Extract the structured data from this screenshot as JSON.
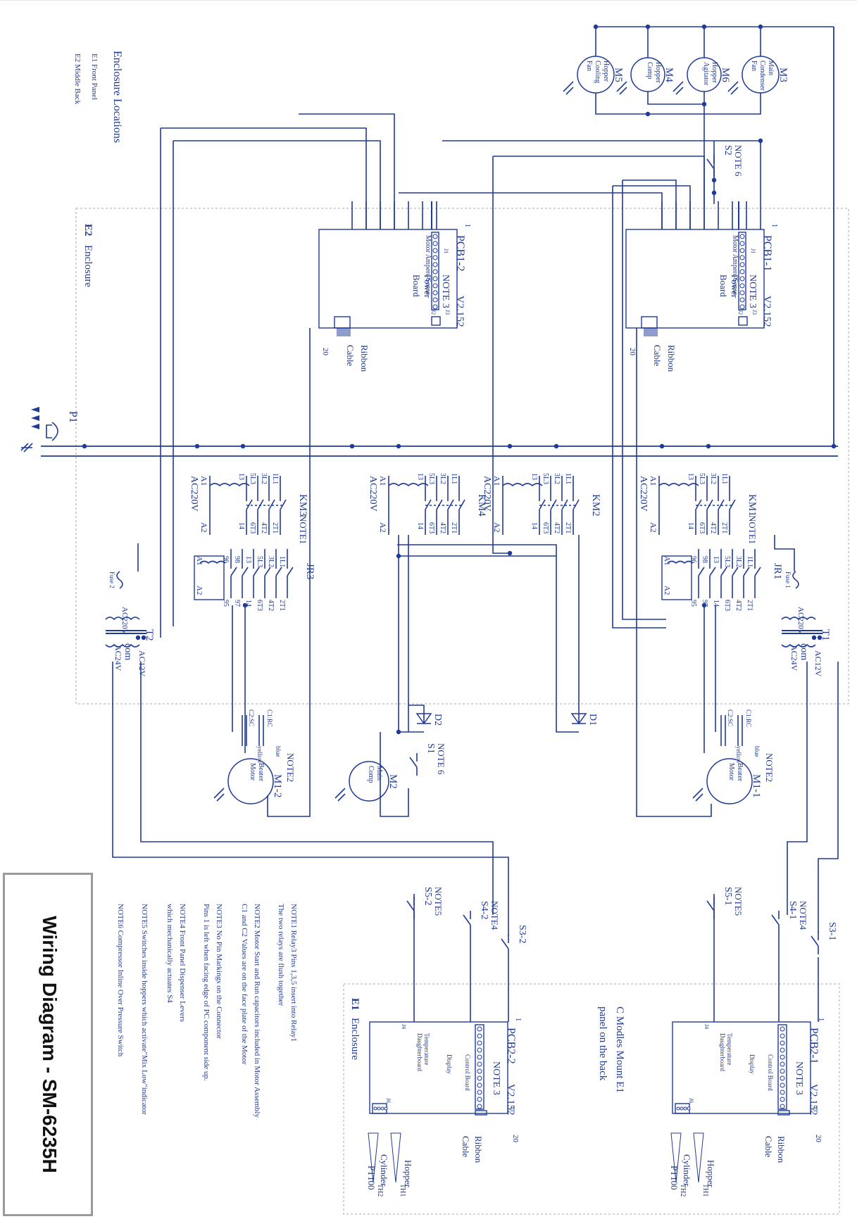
{
  "title": "Wiring Diagram - SM-6235H",
  "legend": {
    "heading": "Enclosure Locations",
    "items": [
      "E1 Front Panel",
      "E2 Middle Back"
    ]
  },
  "enclosures": {
    "e2": {
      "tag": "E2",
      "label": "Enclosure"
    },
    "e1": {
      "tag": "E1",
      "label": "Enclosure"
    }
  },
  "mount_note": [
    "C  Modles Mount E1",
    "panel on the back"
  ],
  "notes": [
    "NOTE1   Relay3 Pins 1,3,5 insert into Relay1",
    "The two relays are flush together",
    "NOTE2   Motor Start and Run capacitors included in Motor Assembly",
    "C1 and C2 Values are on the face plate of the Motor",
    "NOTE3   No Pin Markings on the Connector",
    "Pins 1 is left when facing edge of PC component side up.",
    "NOTE4   Front Panel Dispenser Levers",
    "which mechanically actuates S4",
    "NOTE5  Switches inside hoppers      which activate\"Mix Low\"indicator",
    "NOTE6 Compressor Inline Over Pressure Switch"
  ],
  "motors": [
    {
      "id": "M3",
      "lines": [
        "Main",
        "Condenser",
        "Fan"
      ]
    },
    {
      "id": "M6",
      "lines": [
        "Hopper",
        "Agitator"
      ]
    },
    {
      "id": "M4",
      "lines": [
        "Hopper",
        "Comp"
      ]
    },
    {
      "id": "M5",
      "lines": [
        "Hopper",
        "Cooling",
        "Fan"
      ]
    },
    {
      "id": "M1-1",
      "lines": [
        "Beater",
        "Motor"
      ]
    },
    {
      "id": "M1-2",
      "lines": [
        "Beater",
        "Motor"
      ]
    },
    {
      "id": "M2",
      "lines": [
        "Main",
        "Comp"
      ]
    }
  ],
  "pcbs": [
    {
      "id": "PCB1-1",
      "version": "V2.152",
      "note": "NOTE 3",
      "lines": [
        "Power",
        "Board"
      ],
      "sense": "Motor Ampere Sense",
      "ribbon": [
        "Ribbon",
        "Cable"
      ],
      "pins": "20",
      "pin1": "1",
      "j1": "J1",
      "j2": "J2",
      "j3": "J3"
    },
    {
      "id": "PCB1-2",
      "version": "V2.152",
      "note": "NOTE 3",
      "lines": [
        "Power",
        "Board"
      ],
      "sense": "Motor Ampere Sense",
      "ribbon": [
        "Ribbon",
        "Cable"
      ],
      "pins": "20",
      "pin1": "1",
      "j1": "J1",
      "j2": "J2",
      "j3": "J3"
    },
    {
      "id": "PCB2-1",
      "version": "V2.152",
      "note": "NOTE 3",
      "lines": [
        "Control Board",
        "Display",
        "Temperature",
        "Daughterboard"
      ],
      "ribbon": [
        "Ribbon",
        "Cable"
      ],
      "pins": "20",
      "pin1": "1",
      "j4": "J4",
      "j5": "J5",
      "j6": "J6",
      "sensors": [
        "Hopper",
        "Cylinder",
        "PT100",
        "TH1",
        "TH2"
      ]
    },
    {
      "id": "PCB2-2",
      "version": "V2.152",
      "note": "NOTE 3",
      "lines": [
        "Control Board",
        "Display",
        "Temperature",
        "Daughterboard"
      ],
      "ribbon": [
        "Ribbon",
        "Cable"
      ],
      "pins": "20",
      "pin1": "1",
      "j4": "J4",
      "j5": "J5",
      "j6": "J6",
      "sensors": [
        "Hopper",
        "Cylinder",
        "PT100",
        "TH1",
        "TH2"
      ]
    }
  ],
  "contactors": [
    {
      "id": "KM1",
      "note": "NOTE1",
      "coil": "AC220V",
      "a1": "A1",
      "a2": "A2",
      "top": [
        "1L1",
        "3L2",
        "5L3",
        "13"
      ],
      "bottom": [
        "2T1",
        "4T2",
        "6T3",
        "14"
      ]
    },
    {
      "id": "KM2",
      "coil": "AC220V",
      "a1": "A1",
      "a2": "A2",
      "top": [
        "1L1",
        "3L2",
        "5L3",
        "13"
      ],
      "bottom": [
        "2T1",
        "4T2",
        "6T3",
        "14"
      ]
    },
    {
      "id": "KM4",
      "coil": "AC220V",
      "a1": "A1",
      "a2": "A2",
      "top": [
        "1L1",
        "3L2",
        "5L3",
        "13"
      ],
      "bottom": [
        "2T1",
        "4T2",
        "6T3",
        "14"
      ]
    },
    {
      "id": "KM3",
      "note": "NOTE1",
      "coil": "AC220V",
      "a1": "A1",
      "a2": "A2",
      "top": [
        "1L1",
        "3L2",
        "5L3",
        "13"
      ],
      "bottom": [
        "2T1",
        "4T2",
        "6T3",
        "14"
      ]
    }
  ],
  "relays": [
    {
      "id": "JR1",
      "a1": "A1",
      "a2": "A2",
      "top": [
        "1L1",
        "3L2",
        "5L3",
        "13",
        "98",
        "96"
      ],
      "bottom": [
        "2T1",
        "4T2",
        "6T3",
        "14",
        "97",
        "95"
      ]
    },
    {
      "id": "JR3",
      "a1": "A1",
      "a2": "A2",
      "top": [
        "1L1",
        "3L2",
        "5L3",
        "13",
        "98",
        "96"
      ],
      "bottom": [
        "2T1",
        "4T2",
        "6T3",
        "14",
        "97",
        "95"
      ]
    }
  ],
  "transformers": [
    {
      "id": "T1",
      "primary": "AC220V",
      "secondary": [
        "AC12V",
        "com",
        "AC24V"
      ],
      "fuse": "Fuse 1"
    },
    {
      "id": "T2",
      "primary": "AC220V",
      "secondary": [
        "AC12V",
        "com",
        "AC24V"
      ],
      "fuse": "Fuse 2"
    }
  ],
  "capacitors": [
    {
      "c1": "C1:RC",
      "c2": "C2:SC",
      "wire1": "blue",
      "wire2": "yellow",
      "note": "NOTE2"
    },
    {
      "c1": "C1:RC",
      "c2": "C2:SC",
      "wire1": "blue",
      "wire2": "yellow",
      "note": "NOTE2"
    }
  ],
  "diodes": [
    "D1",
    "D2"
  ],
  "plug": "P1",
  "switches": {
    "s1": {
      "id": "S1",
      "note": "NOTE 6"
    },
    "s2": {
      "id": "S2",
      "note": "NOTE 6"
    },
    "s3_1": "S3-1",
    "s3_2": "S3-2",
    "s4_1": {
      "id": "S4-1",
      "note": "NOTE4"
    },
    "s4_2": {
      "id": "S4-2",
      "note": "NOTE4"
    },
    "s5_1": {
      "id": "S5-1",
      "note": "NOTE5"
    },
    "s5_2": {
      "id": "S5-2",
      "note": "NOTE5"
    }
  },
  "colors": {
    "wire": "#1f3a9a",
    "text": "#223a8c",
    "enclosure": "#a9a9a9",
    "title_border": "#9a9a9a"
  }
}
